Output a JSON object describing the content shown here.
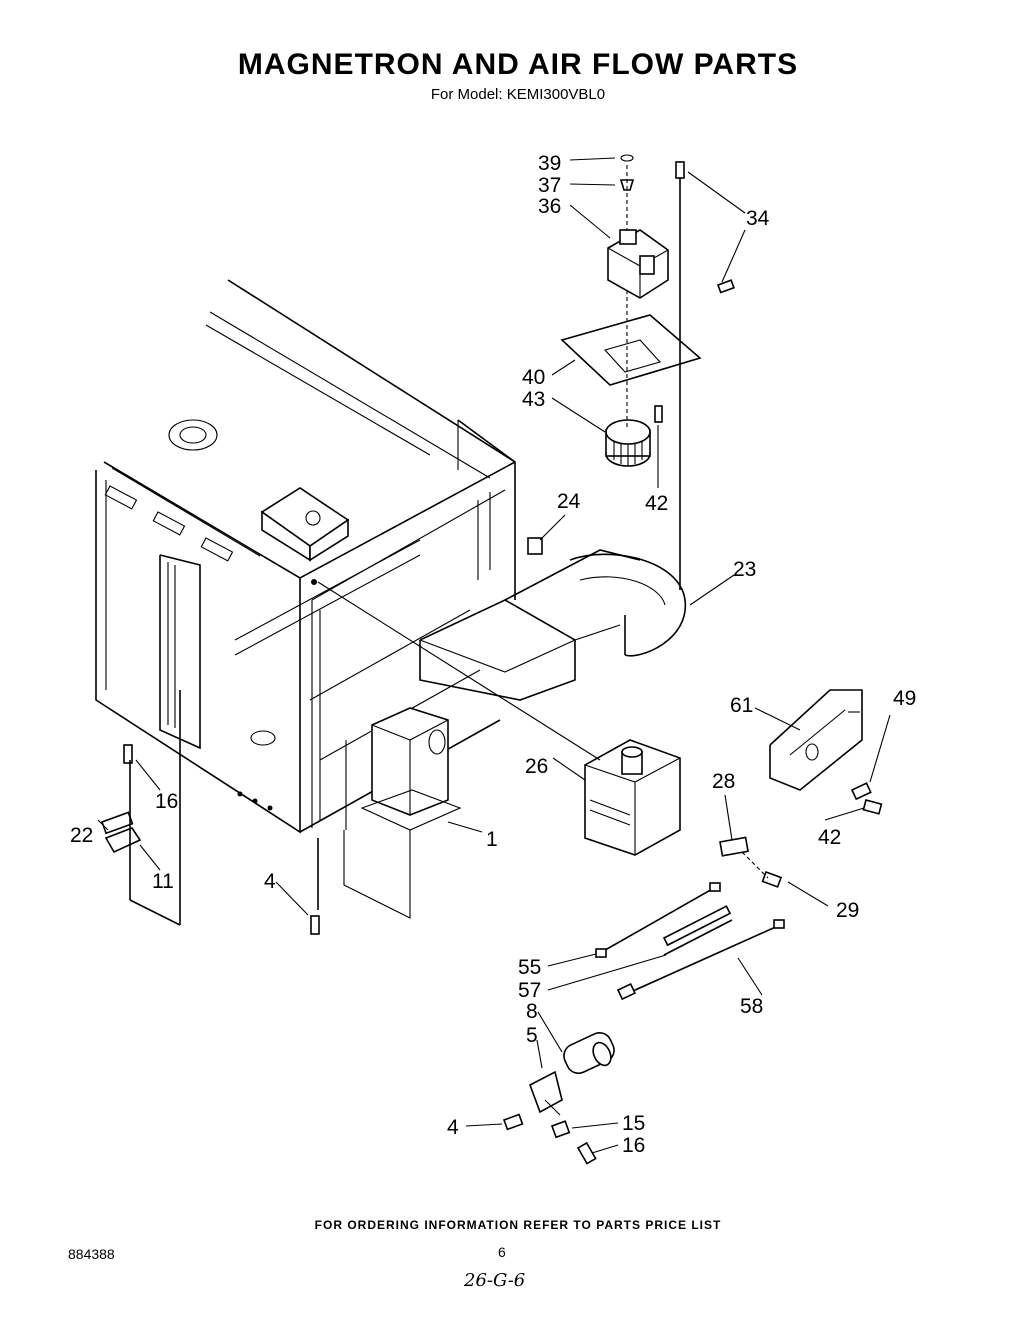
{
  "header": {
    "title": "MAGNETRON AND AIR FLOW PARTS",
    "model_line": "For Model: KEMI300VBL0"
  },
  "callouts": [
    {
      "id": "c39",
      "text": "39"
    },
    {
      "id": "c37",
      "text": "37"
    },
    {
      "id": "c36",
      "text": "36"
    },
    {
      "id": "c34",
      "text": "34"
    },
    {
      "id": "c40",
      "text": "40"
    },
    {
      "id": "c43",
      "text": "43"
    },
    {
      "id": "c42a",
      "text": "42"
    },
    {
      "id": "c24",
      "text": "24"
    },
    {
      "id": "c23",
      "text": "23"
    },
    {
      "id": "c61",
      "text": "61"
    },
    {
      "id": "c49",
      "text": "49"
    },
    {
      "id": "c26",
      "text": "26"
    },
    {
      "id": "c28",
      "text": "28"
    },
    {
      "id": "c42b",
      "text": "42"
    },
    {
      "id": "c16a",
      "text": "16"
    },
    {
      "id": "c22",
      "text": "22"
    },
    {
      "id": "c11",
      "text": "11"
    },
    {
      "id": "c1",
      "text": "1"
    },
    {
      "id": "c4a",
      "text": "4"
    },
    {
      "id": "c29",
      "text": "29"
    },
    {
      "id": "c55",
      "text": "55"
    },
    {
      "id": "c57",
      "text": "57"
    },
    {
      "id": "c58",
      "text": "58"
    },
    {
      "id": "c8",
      "text": "8"
    },
    {
      "id": "c5",
      "text": "5"
    },
    {
      "id": "c4b",
      "text": "4"
    },
    {
      "id": "c15",
      "text": "15"
    },
    {
      "id": "c16b",
      "text": "16"
    }
  ],
  "footer": {
    "ordering_note": "FOR ORDERING INFORMATION REFER TO PARTS PRICE LIST",
    "doc_number": "884388",
    "page_number": "6",
    "handwritten_note": "26-G-6"
  }
}
